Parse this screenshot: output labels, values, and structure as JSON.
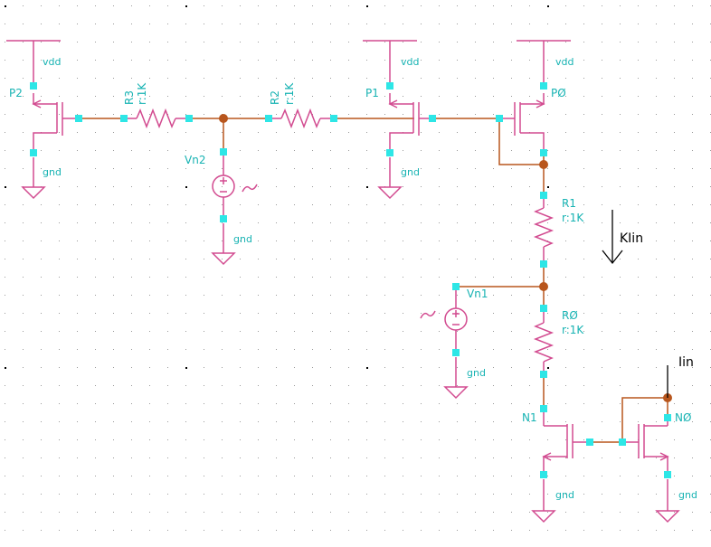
{
  "labels": {
    "vdd": "vdd",
    "gnd": "gnd",
    "p2": "P2",
    "p1": "P1",
    "p0": "PØ",
    "n1": "N1",
    "n0": "NØ",
    "r3_name": "R3",
    "r3_val": "r:1K",
    "r2_name": "R2",
    "r2_val": "r:1K",
    "r1_name": "R1",
    "r1_val": "r:1K",
    "r0_name": "RØ",
    "r0_val": "r:1K",
    "vn2": "Vn2",
    "vn1": "Vn1",
    "klin": "KIin",
    "iin": "Iin"
  },
  "colors": {
    "component": "#d24b90",
    "wire": "#b8561d",
    "pin": "#2ee6e6",
    "label": "#17b3b3",
    "grid_dot": "#000000"
  }
}
